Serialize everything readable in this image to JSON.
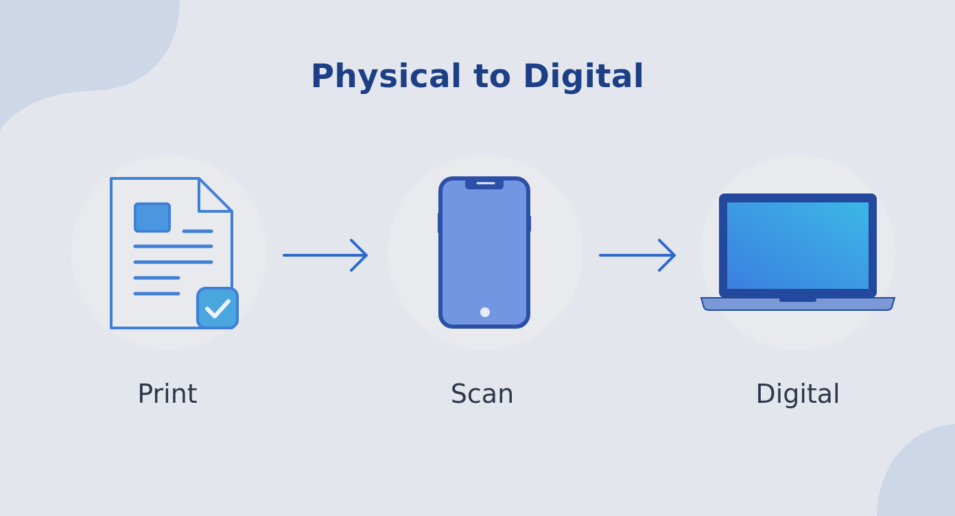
{
  "title": "Physical to Digital",
  "steps": [
    {
      "label": "Print",
      "icon": "document-check-icon"
    },
    {
      "label": "Scan",
      "icon": "smartphone-icon"
    },
    {
      "label": "Digital",
      "icon": "laptop-icon"
    }
  ],
  "colors": {
    "background": "#e3e6ed",
    "blob": "#cdd7e8",
    "title": "#1d3f86",
    "label": "#2e3748",
    "circle": "#e9eaee",
    "accent_blue": "#3f7fd6",
    "arrow": "#2f68cc",
    "phone_body": "#7396e2",
    "phone_frame": "#2c4fa8",
    "laptop_frame": "#23499e",
    "laptop_base": "#7b99d6",
    "checkbox": "#4aa6df"
  }
}
